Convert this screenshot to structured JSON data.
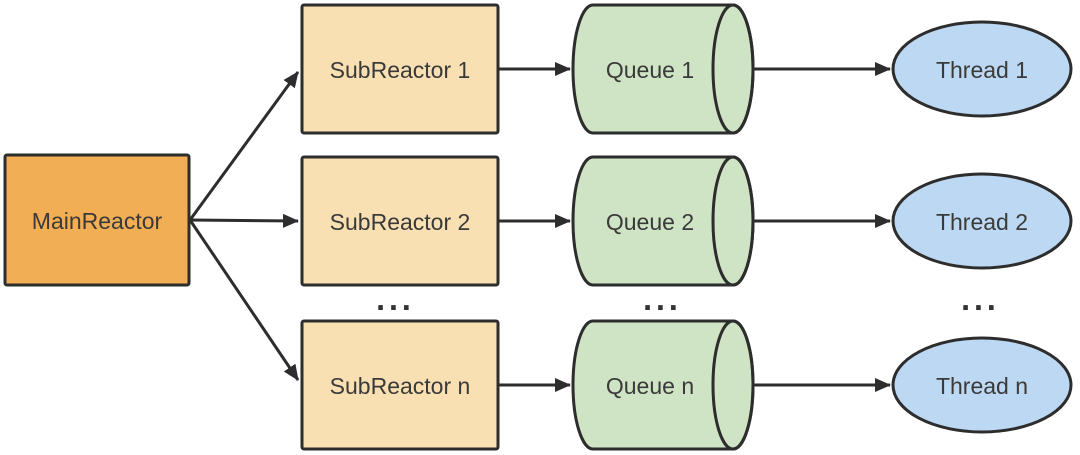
{
  "diagram": {
    "type": "reactor-pattern-architecture",
    "main_reactor": {
      "label": "MainReactor"
    },
    "rows": [
      {
        "sub_reactor": "SubReactor 1",
        "queue": "Queue 1",
        "thread": "Thread 1"
      },
      {
        "sub_reactor": "SubReactor 2",
        "queue": "Queue 2",
        "thread": "Thread 2"
      },
      {
        "sub_reactor": "SubReactor n",
        "queue": "Queue n",
        "thread": "Thread n"
      }
    ],
    "ellipsis": {
      "sub_reactor_column": "...",
      "queue_column": "...",
      "thread_column": "..."
    },
    "colors": {
      "main_reactor_fill": "#F2AE55",
      "sub_reactor_fill": "#F9E0B2",
      "queue_fill": "#CEE4C4",
      "thread_fill": "#BDD8F2",
      "stroke": "#2D2D2D",
      "text": "#3A3A3A"
    }
  }
}
